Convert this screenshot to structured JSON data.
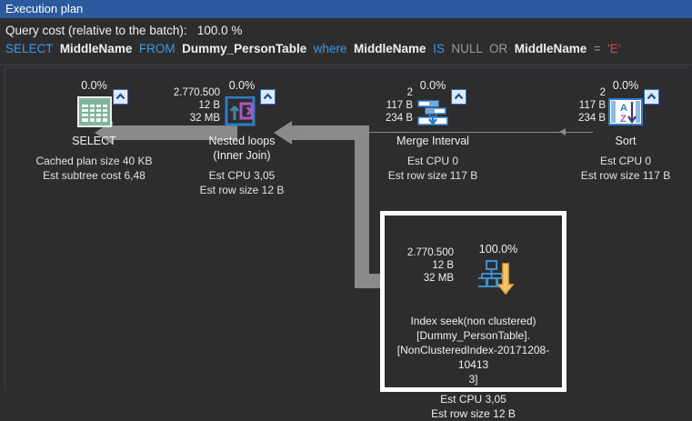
{
  "window": {
    "title": "Execution plan"
  },
  "header": {
    "cost_label": "Query cost (relative to the batch):",
    "cost_value": "100.0 %",
    "sql": {
      "select_kw": "SELECT",
      "select_col": "MiddleName",
      "from_kw": "FROM",
      "table": "Dummy_PersonTable",
      "where_kw": "where",
      "pred1_col": "MiddleName",
      "is_kw": "IS",
      "null_kw": "NULL",
      "or_kw": "OR",
      "pred2_col": "MiddleName",
      "eq": "=",
      "literal": "'E'"
    }
  },
  "colors": {
    "titlebar": "#2c5a9e",
    "canvas_bg": "#2d2d30",
    "connector": "#8a8a8a",
    "highlight_border": "#ffffff",
    "keyword": "#3b9ae1",
    "string_literal": "#d44a44"
  },
  "nodes": [
    {
      "id": "select",
      "icon": "select-result-grid-icon",
      "percent": "0.0%",
      "name": "SELECT",
      "details": [
        "Cached plan size  40 KB",
        "Est subtree cost  6,48"
      ],
      "stats": [],
      "badge": "chevron-up-icon"
    },
    {
      "id": "nested-loops",
      "icon": "nested-loops-icon",
      "percent": "0.0%",
      "name": "Nested loops",
      "subname": "(Inner Join)",
      "details": [
        "Est CPU  3,05",
        "Est row size  12 B"
      ],
      "stats": [
        "2.770.500",
        "12 B",
        "32 MB"
      ],
      "badge": "chevron-up-icon"
    },
    {
      "id": "merge-interval",
      "icon": "merge-interval-icon",
      "percent": "0.0%",
      "name": "Merge Interval",
      "details": [
        "Est CPU  0",
        "Est row size  117 B"
      ],
      "stats": [
        "2",
        "117 B",
        "234 B"
      ],
      "badge": "chevron-up-icon"
    },
    {
      "id": "sort",
      "icon": "sort-az-icon",
      "percent": "0.0%",
      "name": "Sort",
      "details": [
        "Est CPU  0",
        "Est row size  117 B"
      ],
      "stats": [
        "2",
        "117 B",
        "234 B"
      ],
      "badge": "chevron-up-icon"
    }
  ],
  "highlighted_node": {
    "id": "index-seek",
    "icon": "index-seek-icon",
    "percent": "100.0%",
    "stats": [
      "2.770.500",
      "12 B",
      "32 MB"
    ],
    "lines": [
      "Index seek(non clustered)",
      "[Dummy_PersonTable].",
      "[NonClusteredIndex-20171208-10413",
      "3]"
    ],
    "details": [
      "Est CPU  3,05",
      "Est row size  12 B"
    ]
  }
}
